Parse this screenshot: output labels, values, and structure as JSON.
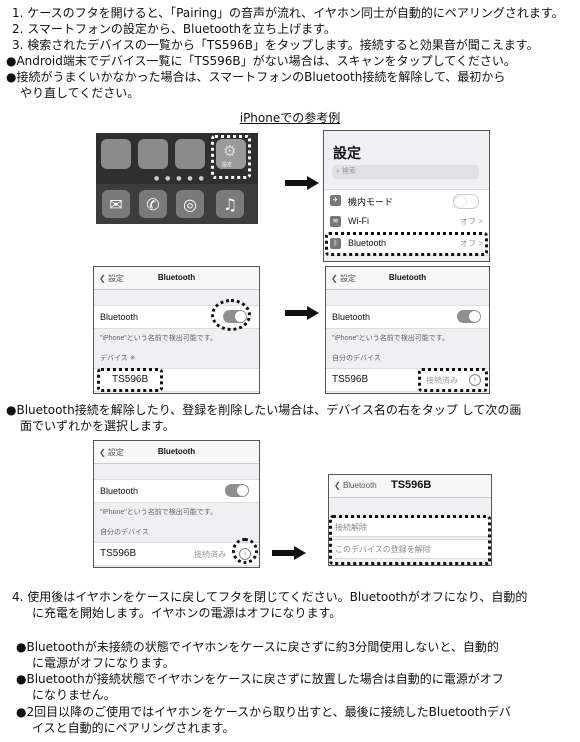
{
  "steps_top": [
    "1. ケースのフタを開けると、「Pairing」の音声が流れ、イヤホン同士が自動的にペアリングされます。",
    "2. スマートフォンの設定から、Bluetoothを立ち上げます。",
    "3. 検索されたデバイスの一覧から「TS596B」をタップします。接続すると効果音が聞こえます。",
    "●Android端末でデバイス一覧に「TS596B」がない場合は、スキャンをタップしてください。",
    "●接続がうまくいかなかった場合は、スマートフォンのBluetooth接続を解除して、最初から",
    "やり直してください。"
  ],
  "caption": "iPhoneでの参考例",
  "home_screen": {
    "settings_label": "設定",
    "apps": [
      "mail-icon",
      "phone-icon",
      "safari-icon",
      "music-icon"
    ]
  },
  "settings_screen": {
    "title": "設定",
    "search_placeholder": "検索",
    "airplane_label": "機内モード",
    "wifi_label": "Wi-Fi",
    "wifi_value": "オフ >",
    "bluetooth_label": "Bluetooth",
    "bluetooth_value": "オフ >"
  },
  "bt_screen_a": {
    "back": "設定",
    "title": "Bluetooth",
    "bt_label": "Bluetooth",
    "note": "\"iPhone\"という名前で検出可能です。",
    "section": "デバイス",
    "device": "TS596B"
  },
  "bt_screen_b": {
    "back": "設定",
    "title": "Bluetooth",
    "bt_label": "Bluetooth",
    "note": "\"iPhone\"という名前で検出可能です。",
    "section": "自分のデバイス",
    "device": "TS596B",
    "status": "接続済み"
  },
  "unpair_text": [
    "●Bluetooth接続を解除したり、登録を削除したい場合は、デバイス名の右をタップ して次の画",
    "面でいずれかを選択します。"
  ],
  "bt_screen_c": {
    "back": "設定",
    "title": "Bluetooth",
    "bt_label": "Bluetooth",
    "note": "\"iPhone\"という名前で検出可能です。",
    "section": "自分のデバイス",
    "device": "TS596B",
    "status": "接続済み"
  },
  "device_screen": {
    "back": "Bluetooth",
    "title": "TS596B",
    "disconnect": "接続解除",
    "forget": "このデバイスの登録を解除"
  },
  "steps_bottom": [
    "4. 使用後はイヤホンをケースに戻してフタを閉じてください。Bluetoothがオフになり、自動的",
    "に充電を開始します。イヤホンの電源はオフになります。",
    "●Bluetoothが未接続の状態でイヤホンをケースに戻さずに約3分間使用しないと、自動的",
    "に電源がオフになります。",
    "●Bluetoothが接続状態でイヤホンをケースに戻さずに放置した場合は自動的に電源がオフ",
    "になりません。",
    "●2回目以降のご使用ではイヤホンをケースから取り出すと、最後に接続したBluetoothデバ",
    "イスと自動的にペアリングされます。"
  ]
}
